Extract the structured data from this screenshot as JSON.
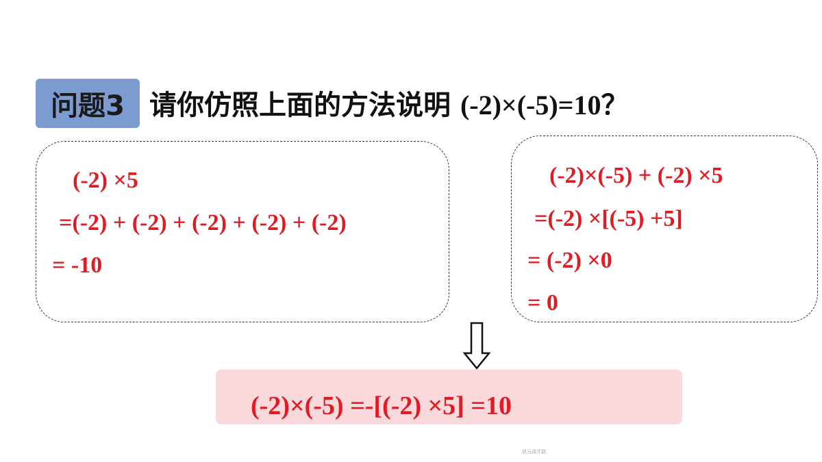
{
  "header": {
    "badge": "问题3",
    "question_text": "请你仿照上面的方法说明 ",
    "question_math": "(-2)×(-5)=10？"
  },
  "left_box": {
    "lines": [
      "(-2) ×5",
      "=(-2) + (-2) + (-2) + (-2) + (-2)",
      "= -10"
    ]
  },
  "right_box": {
    "lines": [
      "(-2)×(-5) + (-2) ×5",
      "=(-2) ×[(-5) +5]",
      "= (-2) ×0",
      "= 0"
    ]
  },
  "result": {
    "text": "(-2)×(-5) =-[(-2) ×5] =10"
  },
  "footer": {
    "watermark": "状元成才路"
  },
  "colors": {
    "accent_red": "#e11b22",
    "badge_blue": "#7b9bd1",
    "result_pink": "#f9d9dc"
  }
}
